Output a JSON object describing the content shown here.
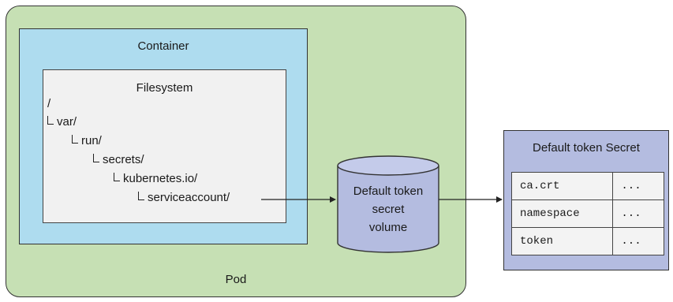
{
  "pod": {
    "label": "Pod"
  },
  "container": {
    "label": "Container"
  },
  "filesystem": {
    "label": "Filesystem",
    "tree": [
      "/",
      "var/",
      "run/",
      "secrets/",
      "kubernetes.io/",
      "serviceaccount/"
    ]
  },
  "volume": {
    "lines": [
      "Default token",
      "secret",
      "volume"
    ]
  },
  "secret": {
    "title": "Default token Secret",
    "rows": [
      {
        "key": "ca.crt",
        "value": "..."
      },
      {
        "key": "namespace",
        "value": "..."
      },
      {
        "key": "token",
        "value": "..."
      }
    ]
  },
  "colors": {
    "pod": "#c6e0b4",
    "container": "#aedcef",
    "filesystem": "#f1f1f1",
    "volume": "#b4bce0",
    "secret": "#b4bce0"
  }
}
